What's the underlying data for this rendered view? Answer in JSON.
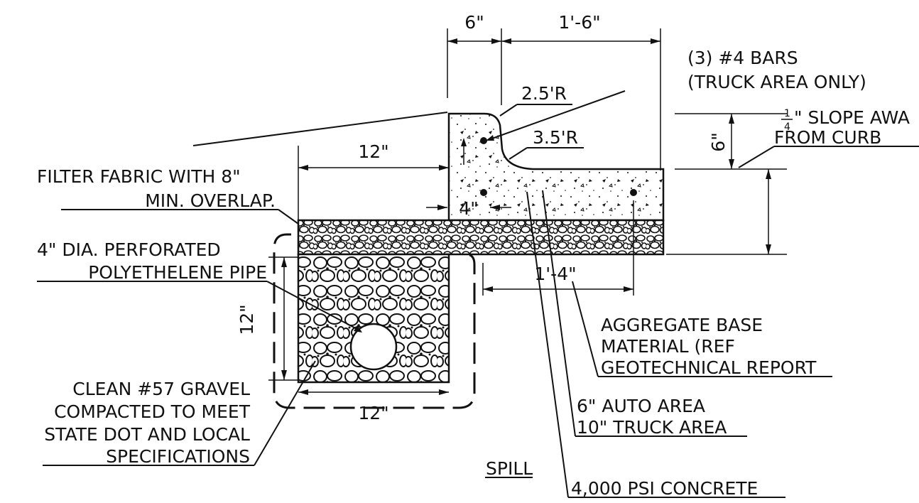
{
  "title": "",
  "dimensions": {
    "curb_top": "6\"",
    "gutter": "1'-6\"",
    "trench_top": "12\"",
    "curb_offset": "4\"",
    "slab_bottom": "1'-4\"",
    "trench_depth": "12\"",
    "trench_bottom": "12\"",
    "curb_height": "6\"",
    "radius_top": "2.5'R",
    "radius_bottom": "3.5'R"
  },
  "notes": {
    "bars_line1": "(3) #4 BARS",
    "bars_line2": "(TRUCK AREA ONLY)",
    "slope_num": "1",
    "slope_den": "4",
    "slope_line1": "\" SLOPE AWA",
    "slope_line2": "FROM CURB",
    "filter_line1": "FILTER FABRIC WITH 8\"",
    "filter_line2": "MIN. OVERLAP.",
    "pipe_line1": "4\" DIA. PERFORATED",
    "pipe_line2": "POLYETHELENE PIPE",
    "gravel_line1": "CLEAN #57 GRAVEL",
    "gravel_line2": "COMPACTED TO MEET",
    "gravel_line3": "STATE DOT AND LOCAL",
    "gravel_line4": "SPECIFICATIONS",
    "aggregate_line1": "AGGREGATE BASE",
    "aggregate_line2": "MATERIAL (REF",
    "aggregate_line3": "GEOTECHNICAL REPORT",
    "thickness_line1": "6\" AUTO AREA",
    "thickness_line2": "10\" TRUCK AREA",
    "spill": "SPILL",
    "concrete": "4,000 PSI CONCRETE"
  }
}
